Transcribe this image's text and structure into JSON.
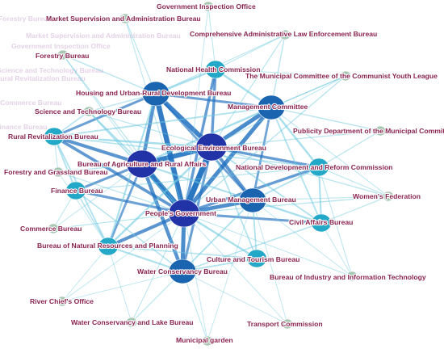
{
  "nodes": [
    {
      "id": "gio",
      "label": "Government Inspection Office",
      "weight": 0,
      "level": "minor"
    },
    {
      "id": "msab",
      "label": "Market Supervision and Administration Bureau",
      "weight": 0,
      "level": "minor"
    },
    {
      "id": "caleb",
      "label": "Comprehensive Administrative Law Enforcement Bureau",
      "weight": 0.1,
      "level": "minor"
    },
    {
      "id": "forestry",
      "label": "Forestry Bureau",
      "weight": 0.1,
      "level": "minor"
    },
    {
      "id": "nhc",
      "label": "National Health Commission",
      "weight": 0.45,
      "level": "mid"
    },
    {
      "id": "cyl",
      "label": "The Municipal Committee of the Communist Youth League",
      "weight": 0.15,
      "level": "minor"
    },
    {
      "id": "hurd",
      "label": "Housing and Urban-Rural Development Bureau",
      "weight": 0.65,
      "level": "major"
    },
    {
      "id": "mc",
      "label": "Management Committee",
      "weight": 0.6,
      "level": "major"
    },
    {
      "id": "stb",
      "label": "Science and Technology Bureau",
      "weight": 0.2,
      "level": "minor"
    },
    {
      "id": "pdmc",
      "label": "Publicity Department of the Municipal Committee",
      "weight": 0.15,
      "level": "minor"
    },
    {
      "id": "rrb",
      "label": "Rural Revitalization Bureau",
      "weight": 0.4,
      "level": "mid"
    },
    {
      "id": "eeb",
      "label": "Ecological Environment Bureau",
      "weight": 0.9,
      "level": "core"
    },
    {
      "id": "baar",
      "label": "Bureau of Agriculture and Rural Affairs",
      "weight": 0.8,
      "level": "core"
    },
    {
      "id": "ndrc",
      "label": "National Development and Reform Commission",
      "weight": 0.35,
      "level": "mid"
    },
    {
      "id": "fgb",
      "label": "Forestry and Grassland Bureau",
      "weight": 0.1,
      "level": "minor"
    },
    {
      "id": "fin",
      "label": "Finance Bureau",
      "weight": 0.35,
      "level": "mid"
    },
    {
      "id": "wf",
      "label": "Women's Federation",
      "weight": 0.15,
      "level": "minor"
    },
    {
      "id": "umb",
      "label": "Urban Management Bureau",
      "weight": 0.6,
      "level": "major"
    },
    {
      "id": "pg",
      "label": "People's Government",
      "weight": 1.0,
      "level": "core"
    },
    {
      "id": "cab",
      "label": "Civil Affairs Bureau",
      "weight": 0.35,
      "level": "mid"
    },
    {
      "id": "com",
      "label": "Commerce Bureau",
      "weight": 0.1,
      "level": "minor"
    },
    {
      "id": "bnrp",
      "label": "Bureau of Natural Resources and Planning",
      "weight": 0.45,
      "level": "mid"
    },
    {
      "id": "ctb",
      "label": "Culture and Tourism Bureau",
      "weight": 0.3,
      "level": "mid"
    },
    {
      "id": "wcb",
      "label": "Water Conservancy Bureau",
      "weight": 0.55,
      "level": "major"
    },
    {
      "id": "biit",
      "label": "Bureau of Industry and Information Technology",
      "weight": 0.05,
      "level": "minor"
    },
    {
      "id": "rco",
      "label": "River Chief's Office",
      "weight": 0.05,
      "level": "minor"
    },
    {
      "id": "wclb",
      "label": "Water Conservancy and Lake Bureau",
      "weight": 0.1,
      "level": "minor"
    },
    {
      "id": "tc",
      "label": "Transport Commission",
      "weight": 0.05,
      "level": "minor"
    },
    {
      "id": "mg",
      "label": "Municipal garden",
      "weight": 0.05,
      "level": "minor"
    }
  ],
  "edges": [
    [
      "pg",
      "eeb",
      1.0
    ],
    [
      "pg",
      "baar",
      0.95
    ],
    [
      "pg",
      "hurd",
      0.9
    ],
    [
      "eeb",
      "baar",
      0.85
    ],
    [
      "eeb",
      "hurd",
      0.8
    ],
    [
      "pg",
      "mc",
      0.7
    ],
    [
      "eeb",
      "mc",
      0.7
    ],
    [
      "pg",
      "umb",
      0.65
    ],
    [
      "baar",
      "hurd",
      0.6
    ],
    [
      "pg",
      "wcb",
      0.7
    ],
    [
      "baar",
      "wcb",
      0.6
    ],
    [
      "pg",
      "bnrp",
      0.55
    ],
    [
      "baar",
      "rrb",
      0.55
    ],
    [
      "eeb",
      "umb",
      0.55
    ],
    [
      "pg",
      "rrb",
      0.5
    ],
    [
      "eeb",
      "nhc",
      0.45
    ],
    [
      "pg",
      "nhc",
      0.45
    ],
    [
      "pg",
      "ndrc",
      0.45
    ],
    [
      "eeb",
      "ndrc",
      0.45
    ],
    [
      "hurd",
      "mc",
      0.4
    ],
    [
      "hurd",
      "rrb",
      0.4
    ],
    [
      "baar",
      "fin",
      0.4
    ],
    [
      "pg",
      "fin",
      0.4
    ],
    [
      "pg",
      "cab",
      0.4
    ],
    [
      "umb",
      "mc",
      0.35
    ],
    [
      "eeb",
      "wcb",
      0.4
    ],
    [
      "baar",
      "bnrp",
      0.35
    ],
    [
      "hurd",
      "umb",
      0.35
    ],
    [
      "pg",
      "ctb",
      0.3
    ],
    [
      "hurd",
      "nhc",
      0.3
    ],
    [
      "mc",
      "nhc",
      0.3
    ],
    [
      "ndrc",
      "mc",
      0.3
    ],
    [
      "eeb",
      "rrb",
      0.3
    ],
    [
      "umb",
      "cab",
      0.3
    ],
    [
      "ndrc",
      "cab",
      0.25
    ],
    [
      "eeb",
      "bnrp",
      0.3
    ],
    [
      "hurd",
      "bnrp",
      0.25
    ],
    [
      "fin",
      "rrb",
      0.2
    ],
    [
      "pg",
      "stb",
      0.2
    ],
    [
      "baar",
      "stb",
      0.2
    ],
    [
      "wcb",
      "bnrp",
      0.25
    ],
    [
      "wcb",
      "umb",
      0.2
    ],
    [
      "ctb",
      "umb",
      0.2
    ],
    [
      "ndrc",
      "umb",
      0.2
    ],
    [
      "mc",
      "cab",
      0.2
    ],
    [
      "eeb",
      "cab",
      0.2
    ],
    [
      "eeb",
      "wf",
      0.12
    ],
    [
      "pg",
      "wf",
      0.12
    ],
    [
      "mc",
      "cyl",
      0.12
    ],
    [
      "pg",
      "cyl",
      0.12
    ],
    [
      "eeb",
      "pdmc",
      0.12
    ],
    [
      "mc",
      "pdmc",
      0.12
    ],
    [
      "pg",
      "com",
      0.1
    ],
    [
      "baar",
      "fgb",
      0.12
    ],
    [
      "pg",
      "fgb",
      0.1
    ],
    [
      "hurd",
      "forestry",
      0.12
    ],
    [
      "pg",
      "forestry",
      0.1
    ],
    [
      "eeb",
      "caleb",
      0.1
    ],
    [
      "mc",
      "caleb",
      0.12
    ],
    [
      "pg",
      "msab",
      0.08
    ],
    [
      "hurd",
      "msab",
      0.08
    ],
    [
      "nhc",
      "gio",
      0.08
    ],
    [
      "pg",
      "gio",
      0.06
    ],
    [
      "pg",
      "biit",
      0.08
    ],
    [
      "ndrc",
      "biit",
      0.08
    ],
    [
      "wcb",
      "wclb",
      0.1
    ],
    [
      "pg",
      "wclb",
      0.08
    ],
    [
      "wcb",
      "mg",
      0.08
    ],
    [
      "pg",
      "mg",
      0.06
    ],
    [
      "pg",
      "tc",
      0.06
    ],
    [
      "umb",
      "tc",
      0.06
    ],
    [
      "wcb",
      "rco",
      0.06
    ],
    [
      "bnrp",
      "rco",
      0.06
    ],
    [
      "ctb",
      "wcb",
      0.2
    ],
    [
      "rrb",
      "stb",
      0.15
    ],
    [
      "fin",
      "bnrp",
      0.15
    ],
    [
      "fin",
      "com",
      0.08
    ],
    [
      "cab",
      "wf",
      0.1
    ],
    [
      "ndrc",
      "pdmc",
      0.1
    ],
    [
      "nhc",
      "caleb",
      0.08
    ],
    [
      "mc",
      "wf",
      0.08
    ],
    [
      "ndrc",
      "wf",
      0.08
    ],
    [
      "rrb",
      "fgb",
      0.08
    ],
    [
      "hurd",
      "stb",
      0.12
    ],
    [
      "umb",
      "biit",
      0.06
    ],
    [
      "cab",
      "biit",
      0.06
    ],
    [
      "wcb",
      "cab",
      0.15
    ],
    [
      "bnrp",
      "ctb",
      0.15
    ],
    [
      "wcb",
      "tc",
      0.05
    ],
    [
      "eeb",
      "ctb",
      0.18
    ],
    [
      "baar",
      "umb",
      0.25
    ],
    [
      "baar",
      "mc",
      0.3
    ],
    [
      "mc",
      "rrb",
      0.2
    ],
    [
      "nhc",
      "cyl",
      0.08
    ],
    [
      "mc",
      "cyl",
      0.1
    ],
    [
      "eeb",
      "cyl",
      0.08
    ],
    [
      "hurd",
      "caleb",
      0.08
    ],
    [
      "umb",
      "wf",
      0.08
    ],
    [
      "ndrc",
      "rrb",
      0.15
    ],
    [
      "fin",
      "ndrc",
      0.1
    ],
    [
      "fin",
      "wcb",
      0.15
    ],
    [
      "bnrp",
      "rrb",
      0.2
    ],
    [
      "stb",
      "eeb",
      0.1
    ],
    [
      "forestry",
      "baar",
      0.08
    ],
    [
      "fgb",
      "bnrp",
      0.06
    ],
    [
      "com",
      "baar",
      0.06
    ],
    [
      "rco",
      "pg",
      0.05
    ],
    [
      "wclb",
      "bnrp",
      0.06
    ],
    [
      "mg",
      "umb",
      0.05
    ]
  ],
  "ghost_labels": [
    {
      "text": "Forestry Bureau",
      "target": "forestry"
    },
    {
      "text": "Market Supervision and Administration Bureau",
      "target": "msab"
    },
    {
      "text": "Government Inspection Office",
      "target": "gio"
    },
    {
      "text": "Science and Technology Bureau",
      "target": "stb"
    },
    {
      "text": "Rural Revitalization Bureau",
      "target": "rrb"
    },
    {
      "text": "Commerce Bureau",
      "target": "com"
    },
    {
      "text": "Finance Bureau",
      "target": "fin"
    }
  ],
  "colors": {
    "core": "#2233a8",
    "major": "#1a64b0",
    "mid": "#24a8c8",
    "minor": "#a8c8b4",
    "edge": "#1e6fbf",
    "edge_light": "#6ec9e0",
    "label": "#8a2451"
  }
}
